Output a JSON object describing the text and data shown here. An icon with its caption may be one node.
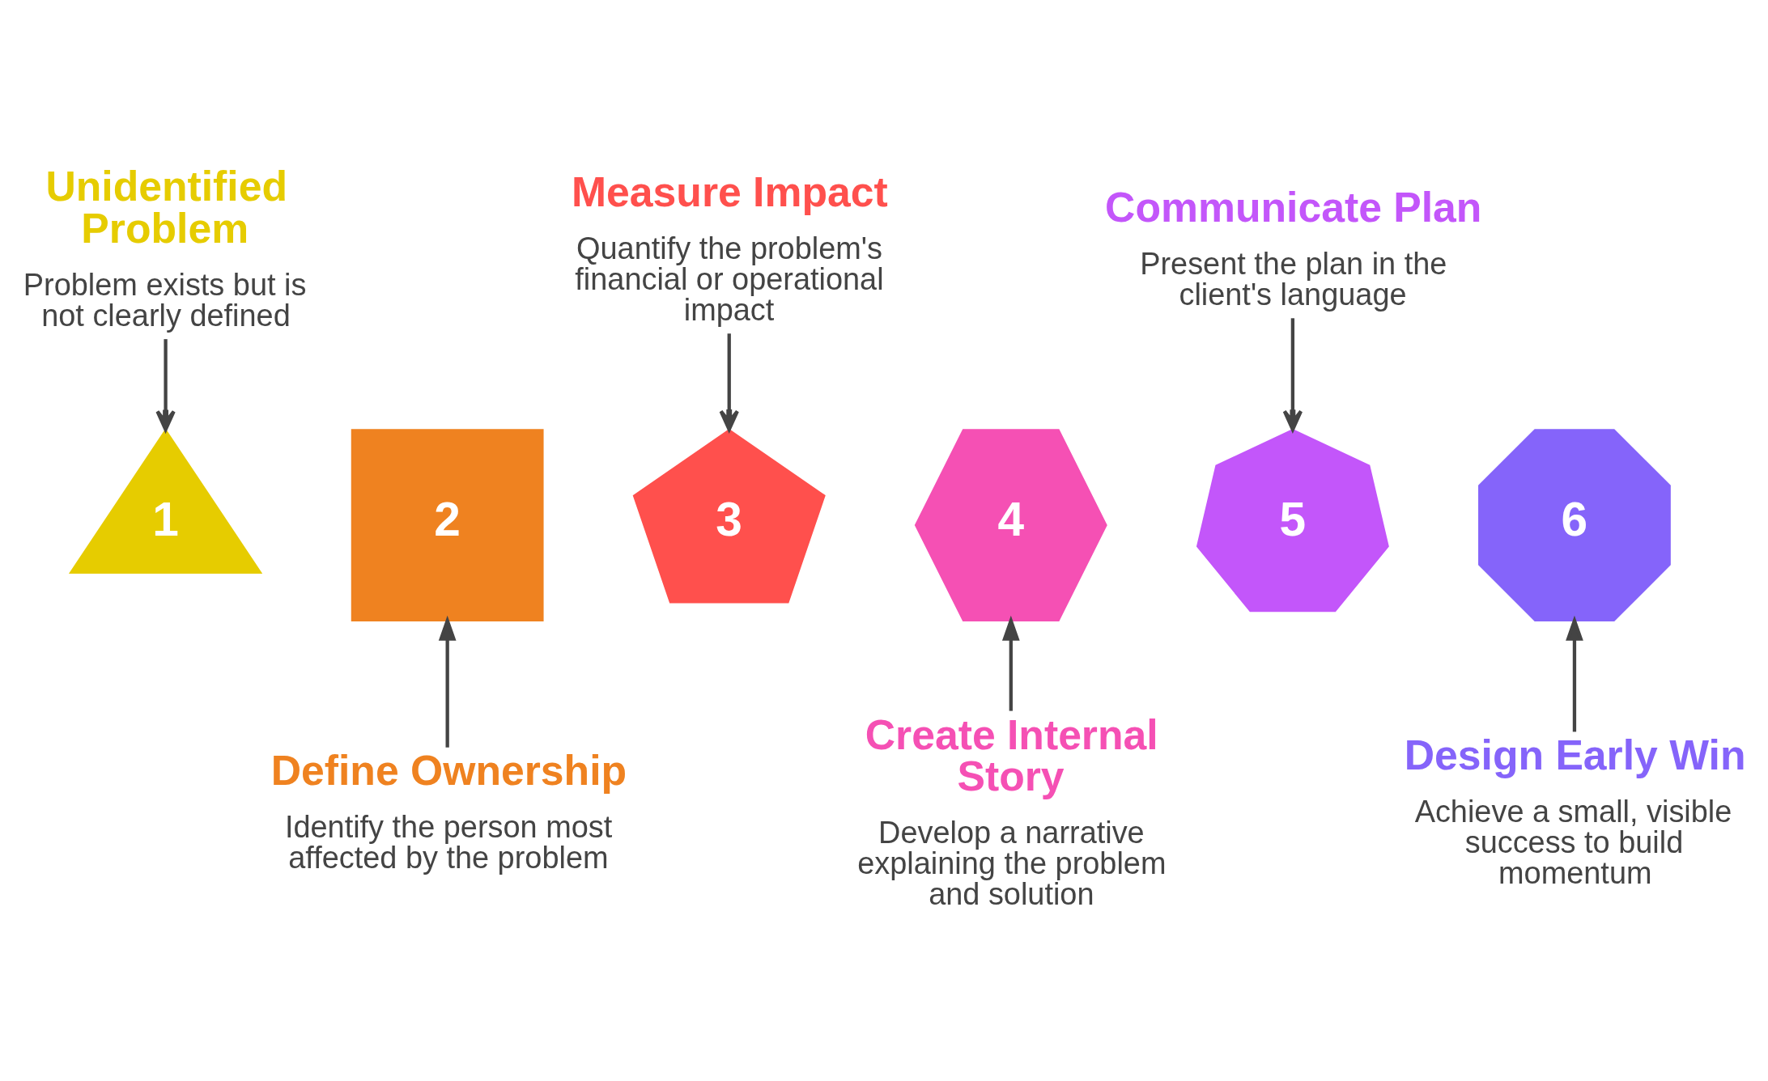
{
  "diagram": {
    "nodes": [
      {
        "text": [
          "Unidentified Problem",
          "Problem exists but is not clearly defined"
        ]
      },
      {
        "text": [
          "1"
        ]
      },
      {
        "text": [
          "Define Ownership",
          "Identify the person most affected by the problem"
        ]
      },
      {
        "text": [
          "2"
        ]
      },
      {
        "text": [
          "Measure Impact",
          "Quantify the problem's financial or operational impact"
        ]
      },
      {
        "text": [
          "3"
        ]
      },
      {
        "text": [
          "Create Internal Story",
          "Develop a narrative explaining the problem and solution"
        ]
      },
      {
        "text": [
          "4"
        ]
      },
      {
        "text": [
          "Communicate Plan",
          "Present the plan in the client's language"
        ]
      },
      {
        "text": [
          "5"
        ]
      },
      {
        "text": [
          "Design Early Win",
          "Achieve a small, visible success to build momentum"
        ]
      },
      {
        "text": [
          "6"
        ]
      }
    ],
    "edges": [
      {
        "from": 0,
        "to": 1,
        "arrow": "to"
      },
      {
        "from": 2,
        "to": 3,
        "arrow": "to"
      },
      {
        "from": 4,
        "to": 5,
        "arrow": "to"
      },
      {
        "from": 6,
        "to": 7,
        "arrow": "to"
      },
      {
        "from": 8,
        "to": 9,
        "arrow": "to"
      },
      {
        "from": 10,
        "to": 11,
        "arrow": "to"
      }
    ]
  }
}
